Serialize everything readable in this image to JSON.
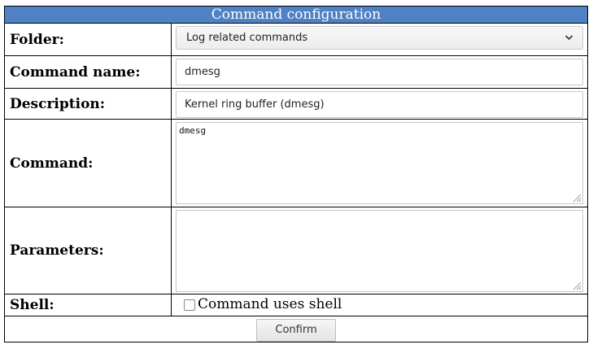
{
  "form": {
    "title": "Command configuration",
    "folder": {
      "label": "Folder:",
      "selected": "Log related commands"
    },
    "command_name": {
      "label": "Command name:",
      "value": "dmesg"
    },
    "description": {
      "label": "Description:",
      "value": "Kernel ring buffer (dmesg)"
    },
    "command": {
      "label": "Command:",
      "value": "dmesg"
    },
    "parameters": {
      "label": "Parameters:",
      "value": ""
    },
    "shell": {
      "label": "Shell:",
      "checkbox_label": "Command uses shell",
      "checked": false
    },
    "confirm_label": "Confirm"
  },
  "icons": {
    "select_arrow": "chevron-down-icon",
    "resize": "resize-grip-icon"
  },
  "colors": {
    "title_bar_background": "#4f81c4",
    "title_text": "#ffffff"
  }
}
